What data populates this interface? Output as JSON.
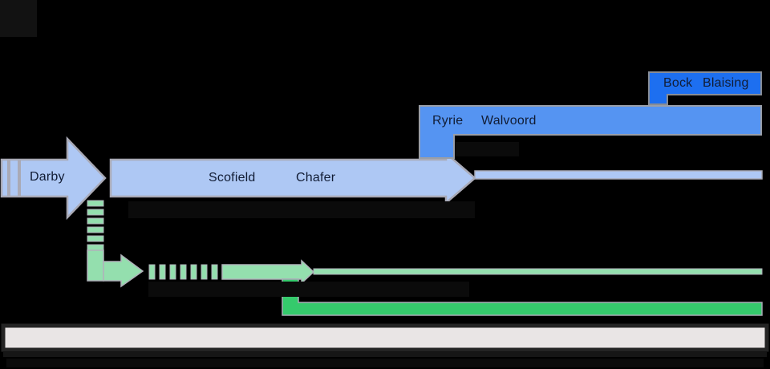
{
  "diagram": {
    "title": "dispensationalist-lineage-timeline",
    "generations": [
      {
        "name": "Darby"
      },
      {
        "names": [
          "Scofield",
          "Chafer"
        ]
      },
      {
        "names": [
          "Ryrie",
          "Walvoord"
        ]
      },
      {
        "names": [
          "Bock",
          "Blaising"
        ]
      }
    ],
    "colors": {
      "background": "#000000",
      "pale_blue": "#aec8f4",
      "medium_blue": "#5594f2",
      "bright_blue": "#1d6ff0",
      "pale_green": "#94dfae",
      "medium_green": "#35ca6c",
      "outline_gray": "#a9aab6",
      "timeline_bar_fill": "#e9e5e5",
      "timeline_bar_border": "#242424",
      "label_text": "#111c34"
    }
  }
}
